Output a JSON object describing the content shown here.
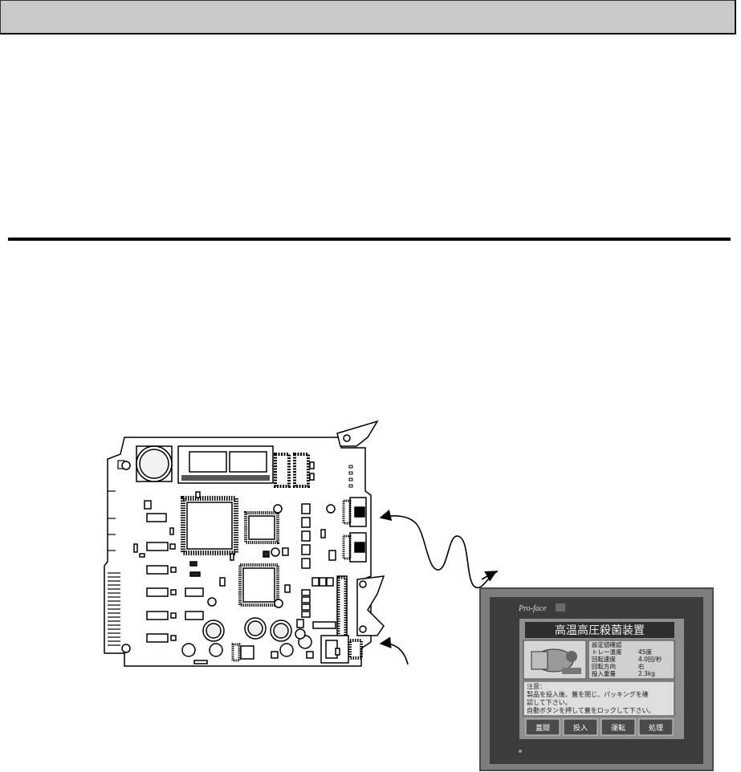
{
  "panel": {
    "logo": "Pro-face",
    "title": "高温高圧殺菌装置",
    "readout_heading": "設定値確認",
    "readouts": [
      {
        "label": "トレー温度",
        "value": "45度"
      },
      {
        "label": "回転速度",
        "value": "4.0回/秒"
      },
      {
        "label": "回転方向",
        "value": "右"
      },
      {
        "label": "投入重量",
        "value": "2.3kg"
      }
    ],
    "notice_lines": [
      "注意：",
      "製品を投入後、蓋を閉じ、パッキングを確",
      "認して下さい。",
      "自動ボタンを押して蓋をロックして下さい。"
    ],
    "buttons": [
      "蓋開",
      "投入",
      "運転",
      "処理"
    ]
  },
  "colors": {
    "header_bar": "#c9c9c9",
    "panel_frame": "#7d7d7d",
    "panel_screen": "#8f8f8f"
  }
}
